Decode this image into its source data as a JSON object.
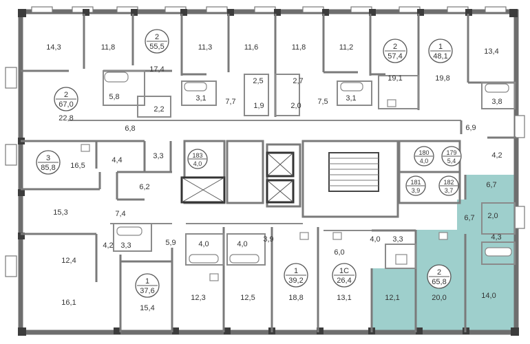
{
  "colors": {
    "highlight": "#9ecfcc",
    "walls": "#7a7a7a",
    "text": "#333333"
  },
  "room_areas": [
    "14,3",
    "11,8",
    "17,4",
    "11,3",
    "11,6",
    "11,8",
    "11,2",
    "19,1",
    "19,8",
    "13,4",
    "5,8",
    "2,2",
    "3,1",
    "7,7",
    "1,9",
    "2,5",
    "2,7",
    "2,0",
    "7,5",
    "3,1",
    "3,8",
    "22,8",
    "6,8",
    "6,9",
    "16,5",
    "4,4",
    "3,3",
    "6,2",
    "4,2",
    "15,3",
    "7,4",
    "12,4",
    "4,2",
    "3,3",
    "5,9",
    "4,0",
    "4,0",
    "3,9",
    "6,0",
    "4,0",
    "3,3",
    "6,7",
    "6,7",
    "2,0",
    "4,3",
    "16,1",
    "15,4",
    "12,3",
    "12,5",
    "18,8",
    "13,1",
    "12,1",
    "20,0",
    "14,0"
  ],
  "apartments": [
    {
      "rooms": "2",
      "area": "55,5"
    },
    {
      "rooms": "2",
      "area": "57,4"
    },
    {
      "rooms": "1",
      "area": "48,1"
    },
    {
      "rooms": "2",
      "area": "67,0"
    },
    {
      "rooms": "3",
      "area": "85,8"
    },
    {
      "rooms": "1",
      "area": "37,6"
    },
    {
      "rooms": "1",
      "area": "39,2"
    },
    {
      "rooms": "1С",
      "area": "26,4"
    },
    {
      "rooms": "2",
      "area": "65,8"
    }
  ],
  "storage_units": [
    {
      "number": "183",
      "area": "4,0"
    },
    {
      "number": "180",
      "area": "4,0"
    },
    {
      "number": "179",
      "area": "5,4"
    },
    {
      "number": "181",
      "area": "3,9"
    },
    {
      "number": "182",
      "area": "3,7"
    }
  ]
}
